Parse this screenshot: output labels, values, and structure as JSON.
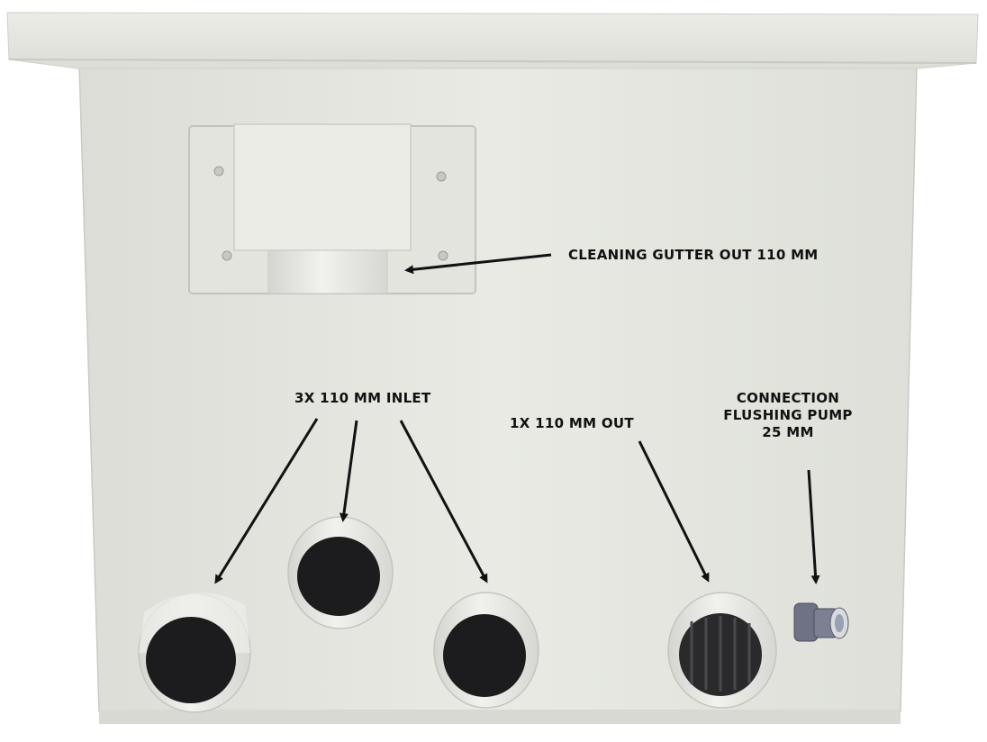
{
  "labels": {
    "cleaning_gutter": "CLEANING GUTTER  OUT 110 MM",
    "inlets": "3X 110 MM INLET",
    "outlet": "1X 110 MM OUT",
    "flushing_line1": "CONNECTION",
    "flushing_line2": "FLUSHING PUMP",
    "flushing_line3": "25 MM"
  },
  "colors": {
    "housing": "#e6e7e1",
    "housing_shadow": "#d2d3cd",
    "lid": "#e9eae4",
    "pipe": "#e8e8e3",
    "pipe_inside": "#1c1c1e",
    "connector": "#6e7285",
    "text": "#111111"
  }
}
